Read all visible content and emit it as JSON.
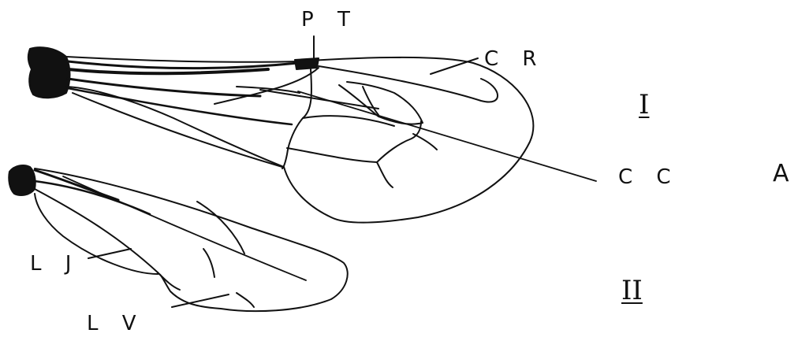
{
  "labels": {
    "pterostigma": "P T",
    "radial_cell": "C R",
    "costal_cell": "C C",
    "jugal_lobe": "L J",
    "vannal_lobe": "L V"
  },
  "wings": {
    "forewing": "I",
    "hindwing": "II"
  },
  "panel": "A",
  "colors": {
    "ink": "#111111",
    "paper": "#ffffff"
  }
}
